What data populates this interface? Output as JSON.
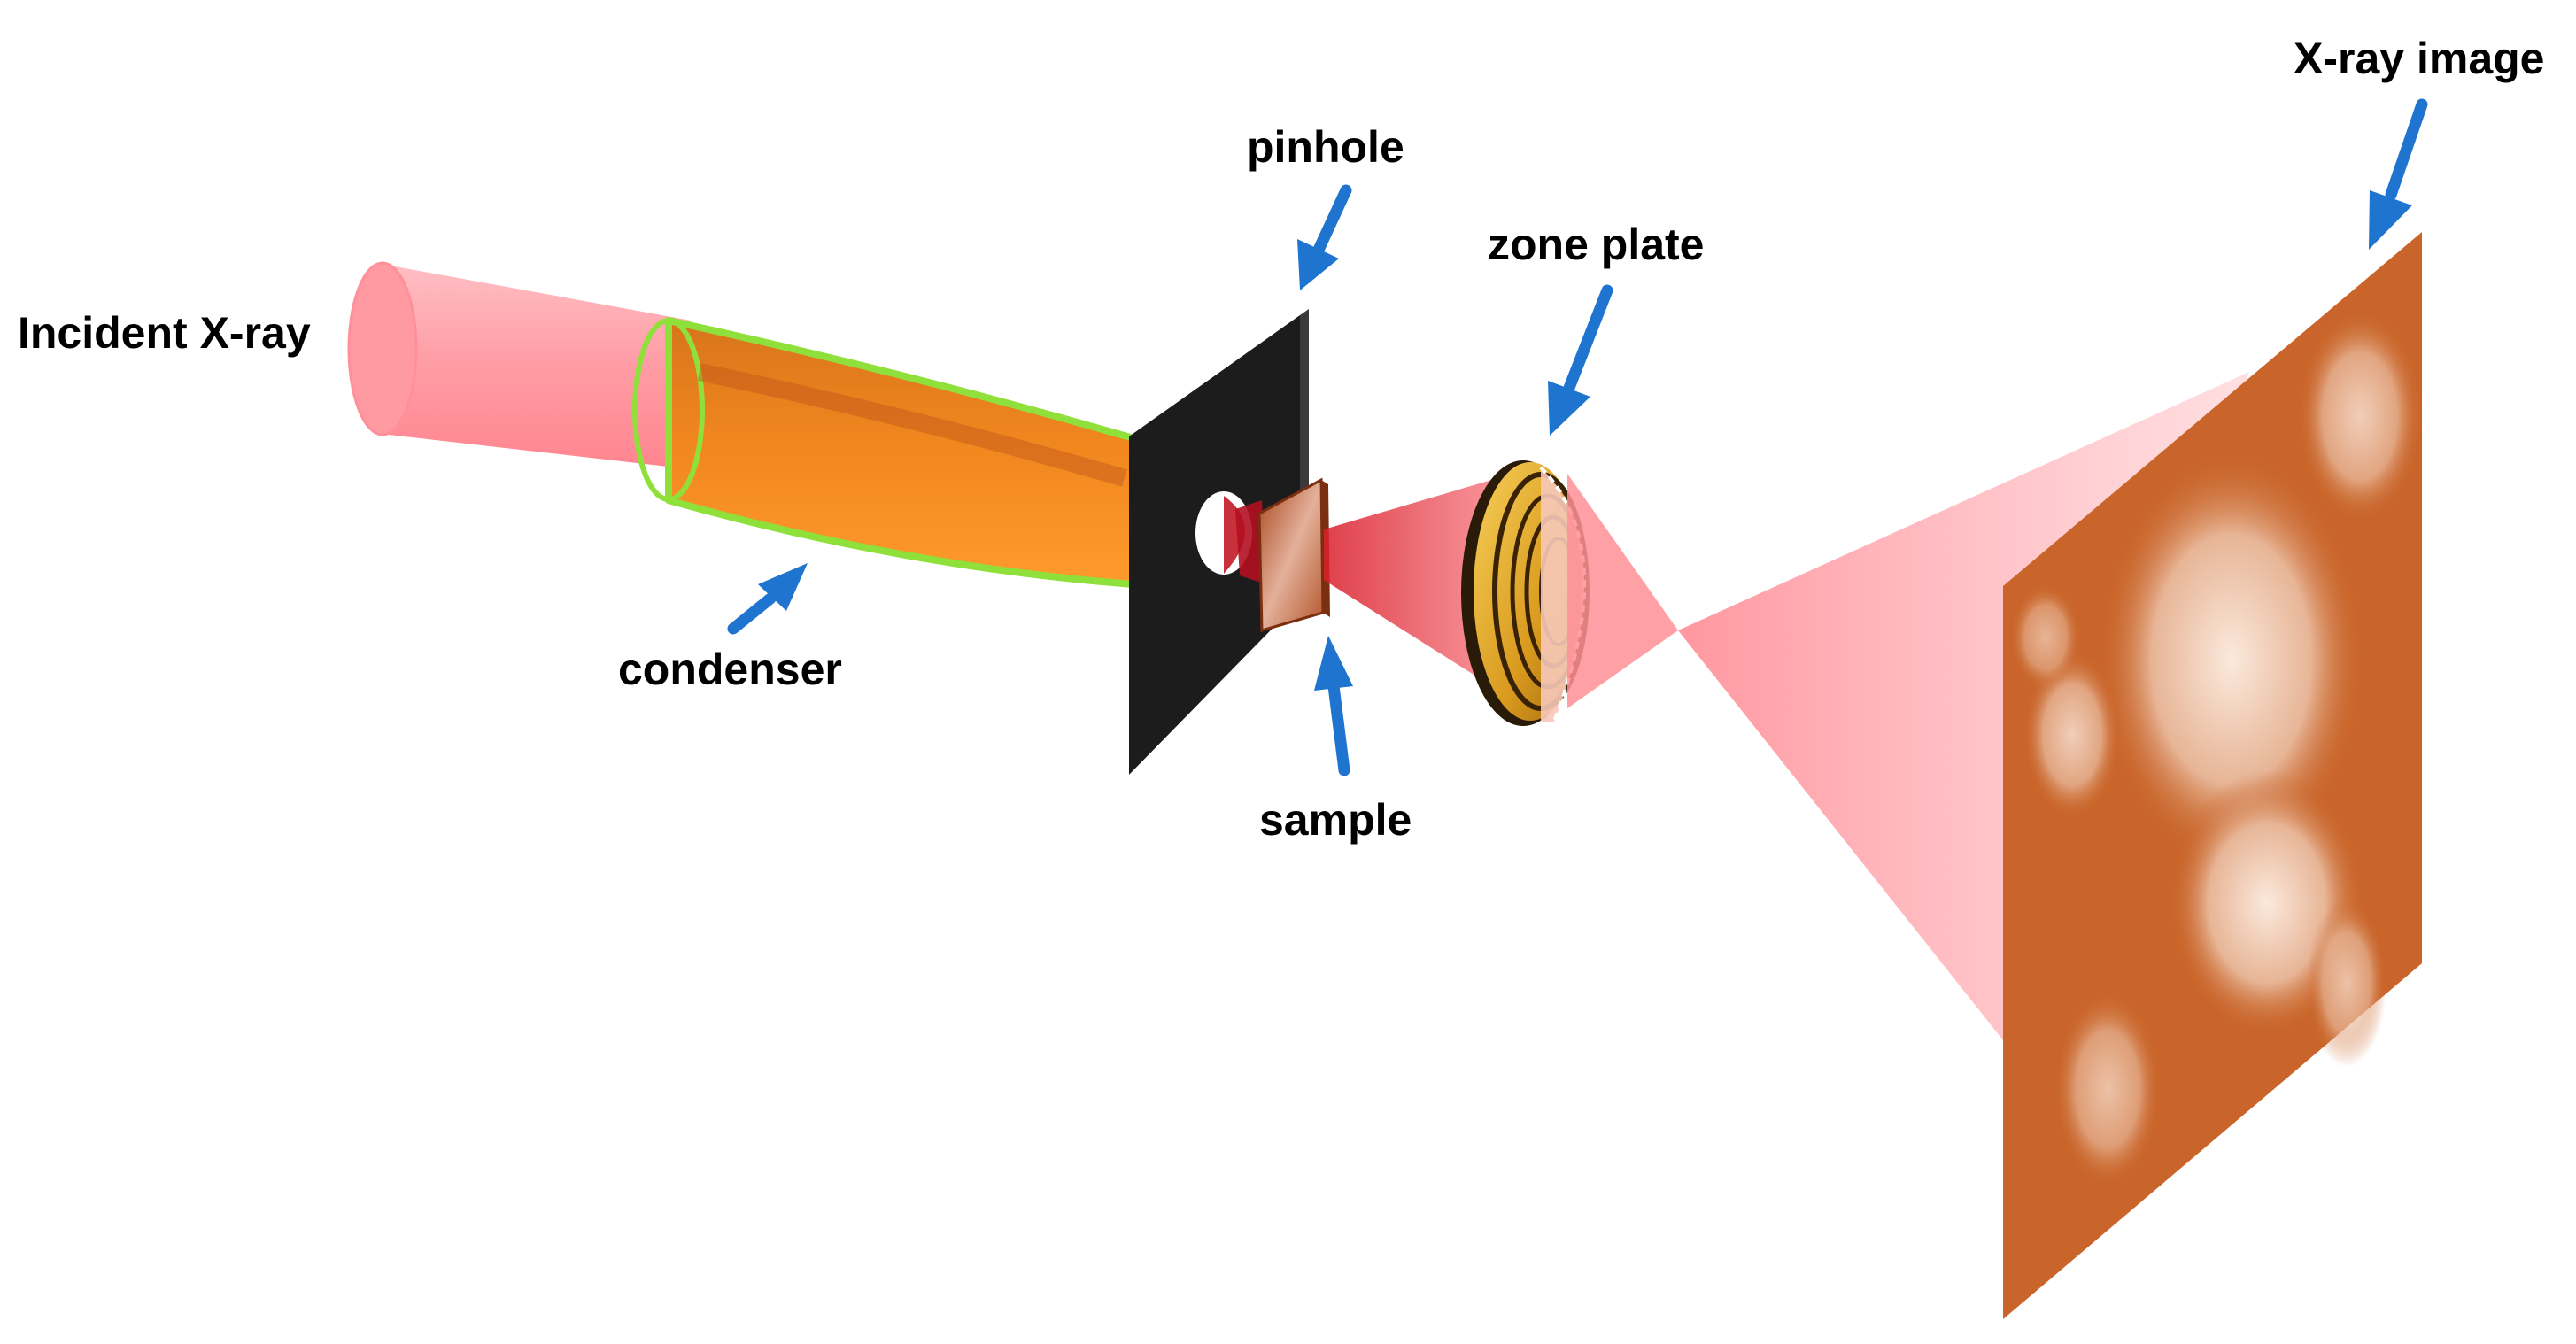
{
  "labels": {
    "incident": "Incident X-ray",
    "condenser": "condenser",
    "pinhole": "pinhole",
    "sample": "sample",
    "zone_plate": "zone plate",
    "xray_image": "X-ray image"
  },
  "colors": {
    "arrow": "#1f74cf",
    "beam": "#ff7b86",
    "condenser": "#f0861e",
    "condenser_edge": "#8fe03a",
    "pinhole_plate": "#1c1c1c",
    "zone_plate": "#e2a727",
    "image_base": "#c9652a"
  }
}
